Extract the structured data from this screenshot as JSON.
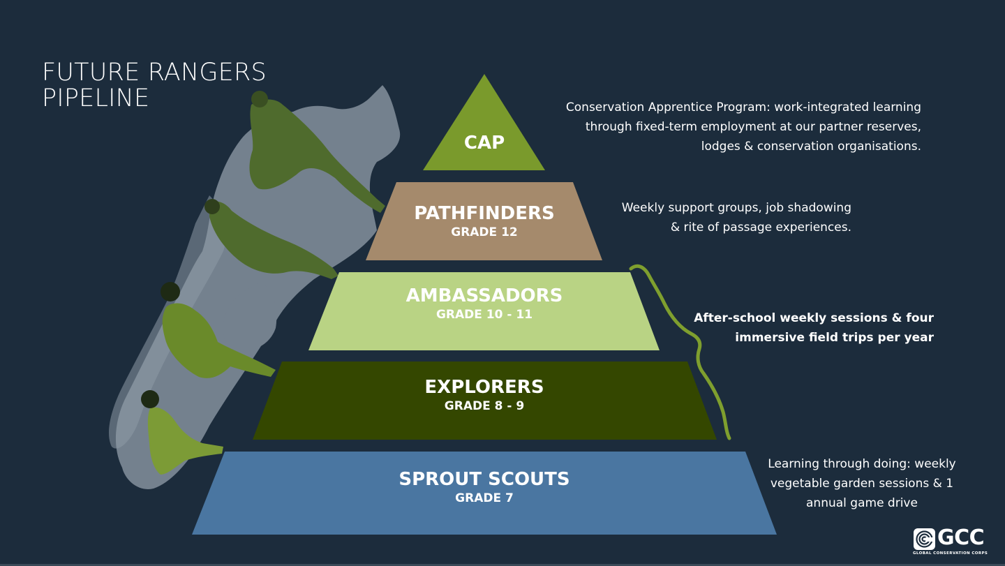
{
  "title": {
    "line1": "FUTURE RANGERS",
    "line2": "PIPELINE"
  },
  "colors": {
    "background": "#1c2c3c",
    "cap": "#7a9a2c",
    "pathfinders": "#a58a6c",
    "ambassadors": "#b9d384",
    "explorers": "#344700",
    "sprout_scouts": "#4a76a1",
    "vine": "#7f9f2e",
    "silhouette_rhino": "#7e8b97",
    "silhouette_figure": "#4f6b2d"
  },
  "tiers": [
    {
      "name": "CAP",
      "grade": "",
      "description": [
        "Conservation Apprentice Program: work-integrated learning",
        "through fixed-term employment at our partner reserves,",
        "lodges & conservation organisations."
      ]
    },
    {
      "name": "PATHFINDERS",
      "grade": "GRADE 12",
      "description": [
        "Weekly support groups, job shadowing",
        "& rite of passage experiences."
      ]
    },
    {
      "name": "AMBASSADORS",
      "grade": "GRADE 10 - 11",
      "description": [
        "After-school weekly sessions & four",
        "immersive field trips per year"
      ]
    },
    {
      "name": "EXPLORERS",
      "grade": "GRADE 8 - 9",
      "description": []
    },
    {
      "name": "SPROUT SCOUTS",
      "grade": "GRADE 7",
      "description": [
        "Learning through doing: weekly",
        "vegetable garden sessions & 1",
        "annual game drive"
      ]
    }
  ],
  "logo": {
    "text": "GCC",
    "subtitle": "GLOBAL CONSERVATION CORPS",
    "icon": "gcc-spiral-icon"
  }
}
